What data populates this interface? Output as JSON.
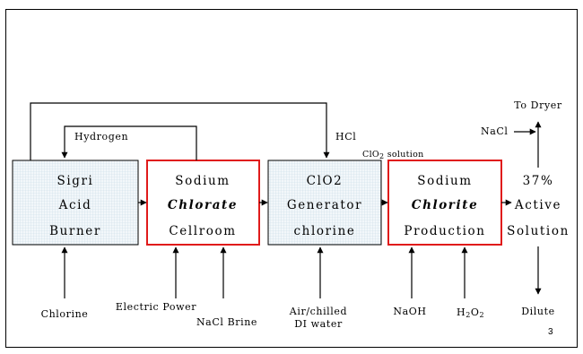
{
  "colors": {
    "line": "#000000",
    "grid_fill": "#f2f7fa",
    "grid_line": "#c9dbe6",
    "highlight_border": "#e01b1b"
  },
  "boxes": {
    "burner": {
      "line1": "Sigri",
      "line2": "Acid",
      "line3": "Burner"
    },
    "chlorate": {
      "line1": "Sodium",
      "line2": "Chlorate",
      "line3": "Cellroom"
    },
    "generator": {
      "line1": "ClO2",
      "line2": "Generator",
      "line3": "chlorine"
    },
    "chlorite": {
      "line1": "Sodium",
      "line2": "Chlorite",
      "line3": "Production"
    },
    "output": {
      "line1": "37%",
      "line2": "Active",
      "line3": "Solution"
    }
  },
  "labels": {
    "hydrogen": "Hydrogen",
    "hcl": "HCl",
    "clo2_solution_a": "ClO",
    "clo2_solution_sub": "2",
    "clo2_solution_b": " solution",
    "to_dryer": "To Dryer",
    "nacl": "NaCl",
    "chlorine": "Chlorine",
    "electric_power": "Electric Power",
    "nacl_brine": "NaCl Brine",
    "air_chilled_1": "Air/chilled",
    "air_chilled_2": "DI water",
    "naoh": "NaOH",
    "h2o2_a": "H",
    "h2o2_sub1": "2",
    "h2o2_b": "O",
    "h2o2_sub2": "2",
    "dilute": "Dilute"
  },
  "page_number": "3"
}
